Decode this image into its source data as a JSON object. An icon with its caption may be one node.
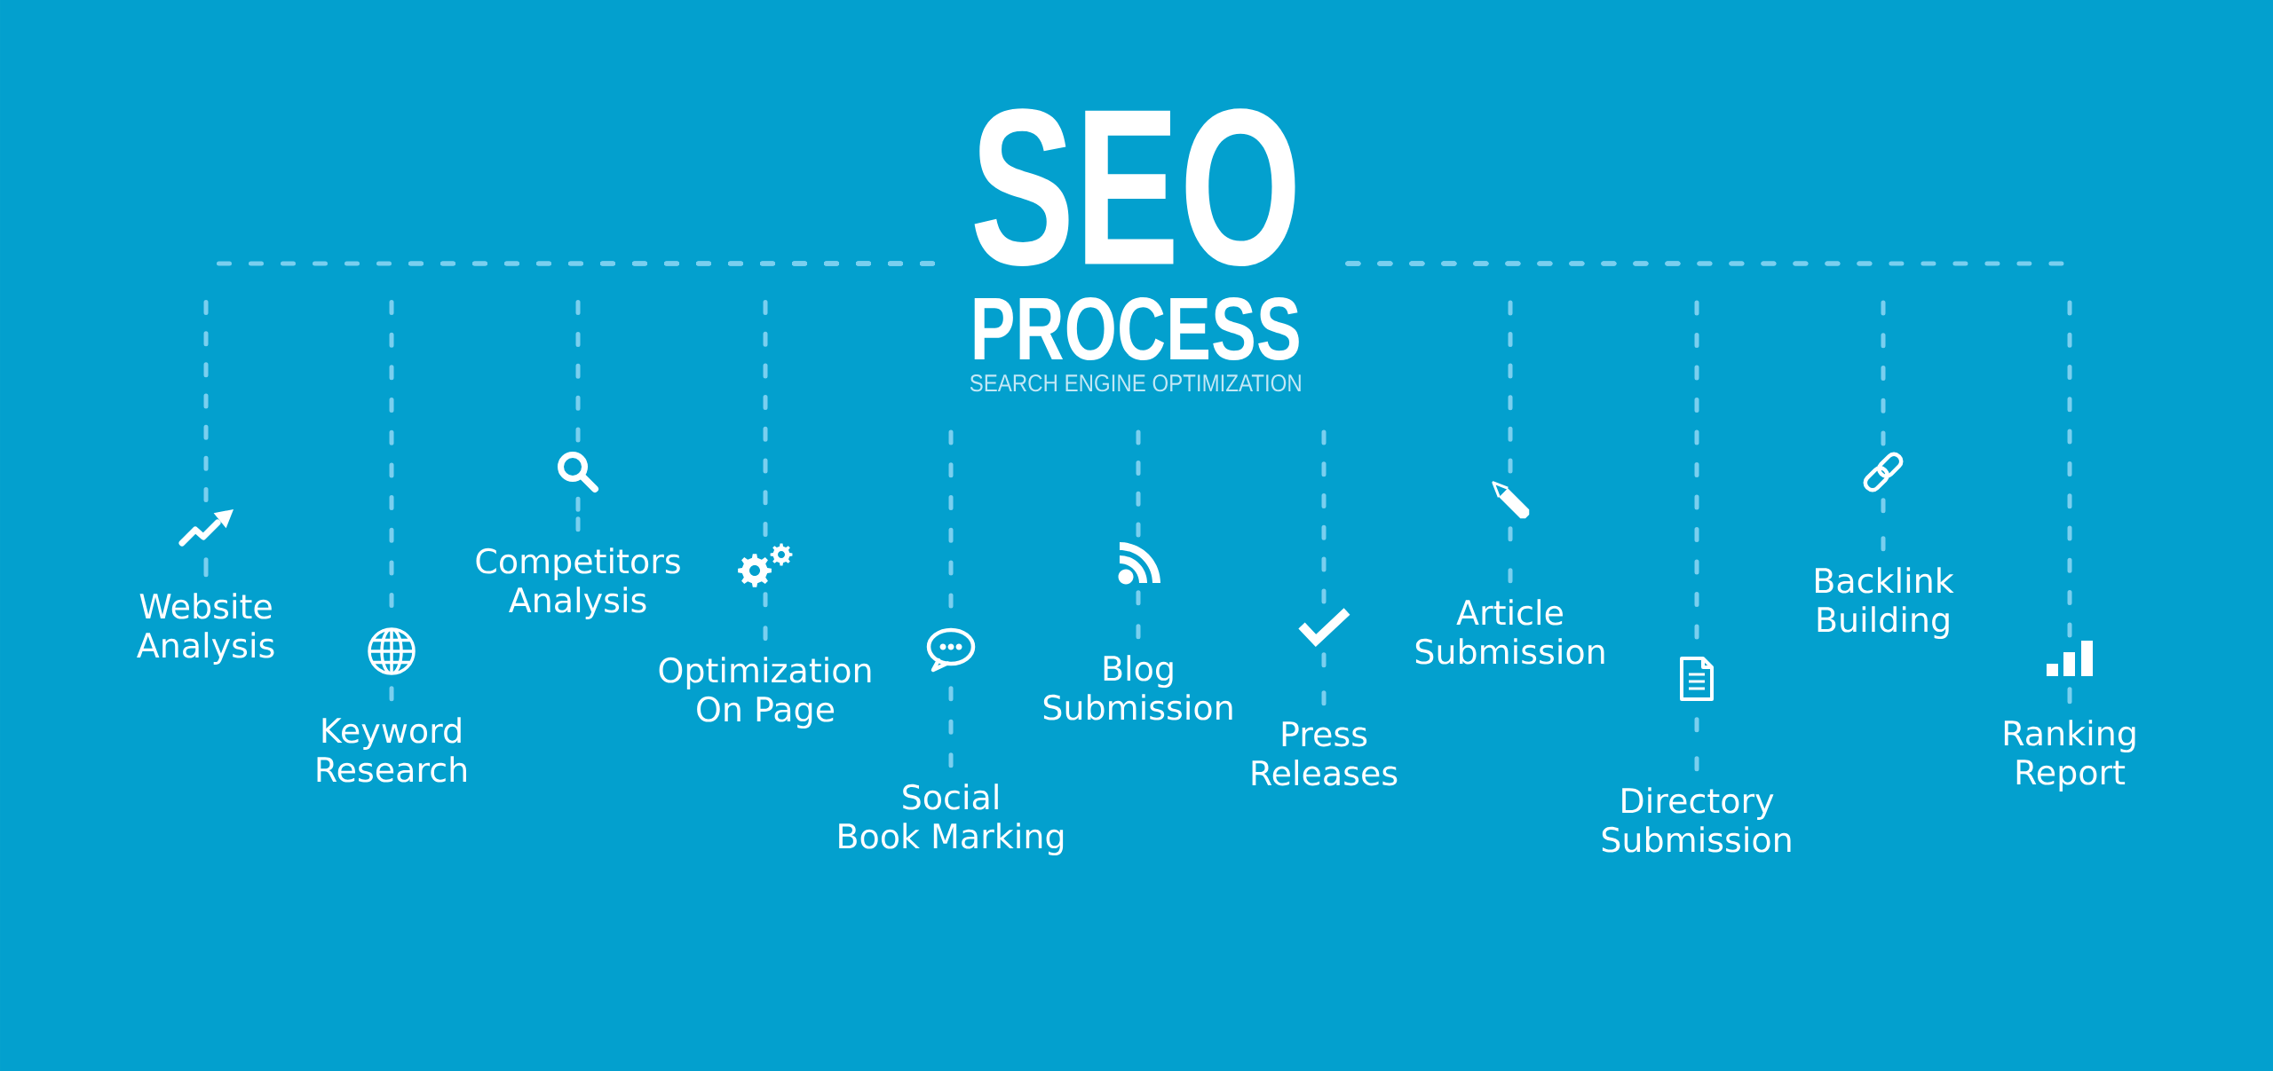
{
  "diagram": {
    "nodes": [
      {
        "text": [
          "SEO",
          "PROCESS",
          "SEARCH ENGINE OPTIMIZATION"
        ]
      },
      {
        "text": [],
        "shape": "picture"
      },
      {
        "text": [
          "Website Analysis"
        ]
      },
      {
        "text": [],
        "shape": "picture"
      },
      {
        "text": [
          "Keyword Research"
        ]
      },
      {
        "text": [],
        "shape": "picture"
      },
      {
        "text": [
          "Competitors Analysis"
        ]
      },
      {
        "text": [],
        "shape": "picture"
      },
      {
        "text": [
          "Optimization On Page"
        ]
      },
      {
        "text": [],
        "shape": "picture"
      },
      {
        "text": [
          "Social Book Marking"
        ]
      },
      {
        "text": [],
        "shape": "picture"
      },
      {
        "text": [
          "Blog Submission"
        ]
      },
      {
        "text": [],
        "shape": "picture"
      },
      {
        "text": [
          "Press Releases"
        ]
      },
      {
        "text": [],
        "shape": "picture"
      },
      {
        "text": [
          "Article Submission"
        ]
      },
      {
        "text": [],
        "shape": "picture"
      },
      {
        "text": [
          "Directory Submission"
        ]
      },
      {
        "text": [],
        "shape": "picture"
      },
      {
        "text": [
          "Backlink Building"
        ]
      },
      {
        "text": [],
        "shape": "picture"
      },
      {
        "text": [
          "Ranking Report"
        ]
      }
    ],
    "edges": [
      {
        "from": 0,
        "to": 1,
        "arrow": "none",
        "style": "dashed"
      },
      {
        "from": 1,
        "to": 2,
        "arrow": "none",
        "style": "dashed"
      },
      {
        "from": 0,
        "to": 3,
        "arrow": "none",
        "style": "dashed"
      },
      {
        "from": 3,
        "to": 4,
        "arrow": "none",
        "style": "dashed"
      },
      {
        "from": 0,
        "to": 5,
        "arrow": "none",
        "style": "dashed"
      },
      {
        "from": 5,
        "to": 6,
        "arrow": "none",
        "style": "dashed"
      },
      {
        "from": 0,
        "to": 7,
        "arrow": "none",
        "style": "dashed"
      },
      {
        "from": 7,
        "to": 8,
        "arrow": "none",
        "style": "dashed"
      },
      {
        "from": 0,
        "to": 9,
        "arrow": "none",
        "style": "dashed"
      },
      {
        "from": 9,
        "to": 10,
        "arrow": "none",
        "style": "dashed"
      },
      {
        "from": 0,
        "to": 11,
        "arrow": "none",
        "style": "dashed"
      },
      {
        "from": 11,
        "to": 12,
        "arrow": "none",
        "style": "dashed"
      },
      {
        "from": 0,
        "to": 13,
        "arrow": "none",
        "style": "dashed"
      },
      {
        "from": 13,
        "to": 14,
        "arrow": "none",
        "style": "dashed"
      },
      {
        "from": 0,
        "to": 15,
        "arrow": "none",
        "style": "dashed"
      },
      {
        "from": 15,
        "to": 16,
        "arrow": "none",
        "style": "dashed"
      },
      {
        "from": 0,
        "to": 17,
        "arrow": "none",
        "style": "dashed"
      },
      {
        "from": 17,
        "to": 18,
        "arrow": "none",
        "style": "dashed"
      },
      {
        "from": 0,
        "to": 19,
        "arrow": "none",
        "style": "dashed"
      },
      {
        "from": 19,
        "to": 20,
        "arrow": "none",
        "style": "dashed"
      },
      {
        "from": 0,
        "to": 21,
        "arrow": "none",
        "style": "dashed"
      },
      {
        "from": 21,
        "to": 22,
        "arrow": "none",
        "style": "dashed"
      }
    ]
  }
}
